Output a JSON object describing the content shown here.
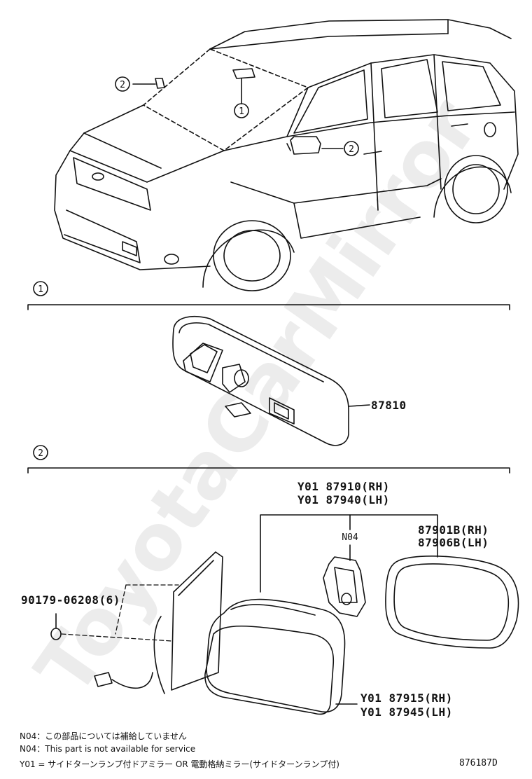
{
  "callouts": {
    "c1": "1",
    "c2": "2"
  },
  "sections": {
    "s1": "1",
    "s2": "2"
  },
  "parts": {
    "rear_mirror": "87810",
    "door_mirror_rh": "Y01 87910(RH)",
    "door_mirror_lh": "Y01 87940(LH)",
    "n04": "N04",
    "mirror_glass_rh": "87901B(RH)",
    "mirror_glass_lh": "87906B(LH)",
    "screw": "90179-06208(6)",
    "cover_rh": "Y01 87915(RH)",
    "cover_lh": "Y01 87945(LH)"
  },
  "notes": {
    "n04_jp": "N04：この部品については補給していません",
    "n04_en": "N04：This part is not available for service",
    "y01": "Y01 = サイドターンランプ付ドアミラー OR 電動格納ミラー(サイドターンランプ付)"
  },
  "figure_code": "876187D",
  "watermark": "ToyotaCarMirror"
}
